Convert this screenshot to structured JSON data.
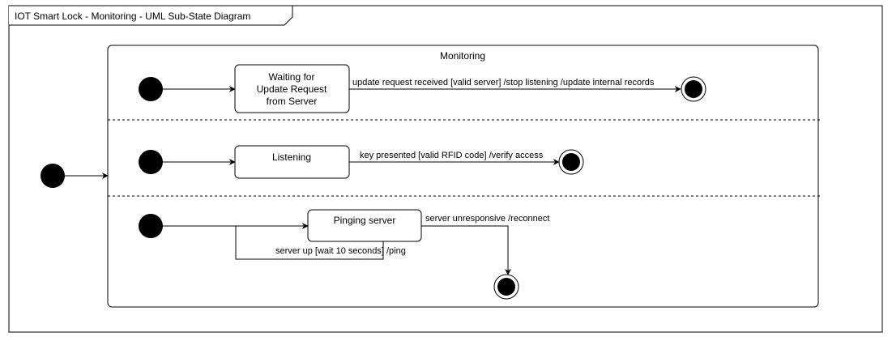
{
  "frame": {
    "title": "IOT Smart Lock - Monitoring - UML Sub-State Diagram"
  },
  "composite_state": {
    "name": "Monitoring"
  },
  "regions": [
    {
      "state": {
        "lines": [
          "Waiting for",
          "Update Request",
          "from Server"
        ]
      },
      "transition_label": "update request received [valid server] /stop listening /update internal records"
    },
    {
      "state": {
        "lines": [
          "Listening"
        ]
      },
      "transition_label": "key presented [valid RFID code] /verify access"
    },
    {
      "state": {
        "lines": [
          "Pinging server"
        ]
      },
      "transition_label": "server unresponsive /reconnect",
      "self_transition_label": "server up [wait 10 seconds] /ping"
    }
  ],
  "colors": {
    "line": "#000000",
    "background": "#ffffff"
  }
}
